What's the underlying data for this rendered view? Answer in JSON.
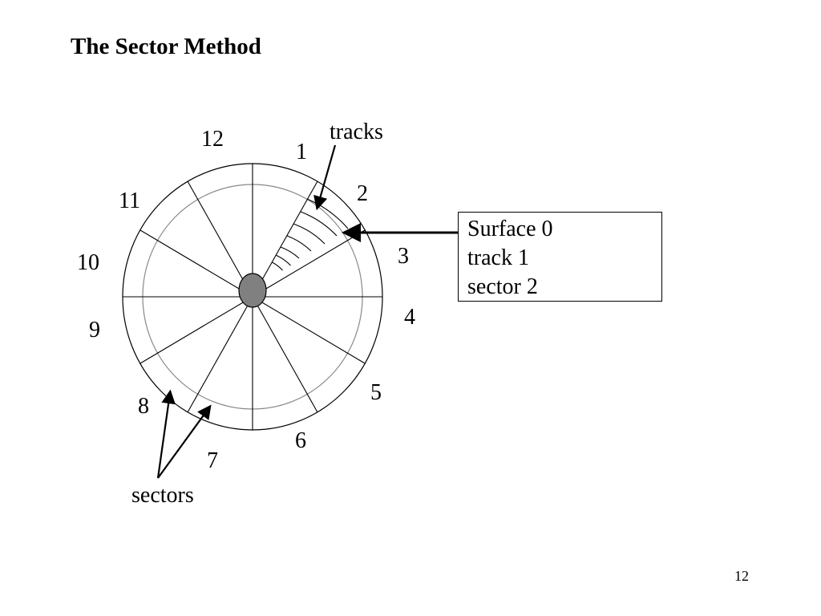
{
  "slide": {
    "title": "The Sector Method",
    "page_number": "12"
  },
  "disk": {
    "sector_numbers": [
      "12",
      "1",
      "2",
      "3",
      "4",
      "5",
      "6",
      "7",
      "8",
      "9",
      "10",
      "11"
    ],
    "sector_count": 12,
    "colors": {
      "outline": "#000000",
      "inner_track": "#888888",
      "hub": "#808080"
    }
  },
  "labels": {
    "tracks": "tracks",
    "sectors": "sectors"
  },
  "info_box": {
    "lines": [
      "Surface 0",
      "track 1",
      "sector 2"
    ]
  }
}
